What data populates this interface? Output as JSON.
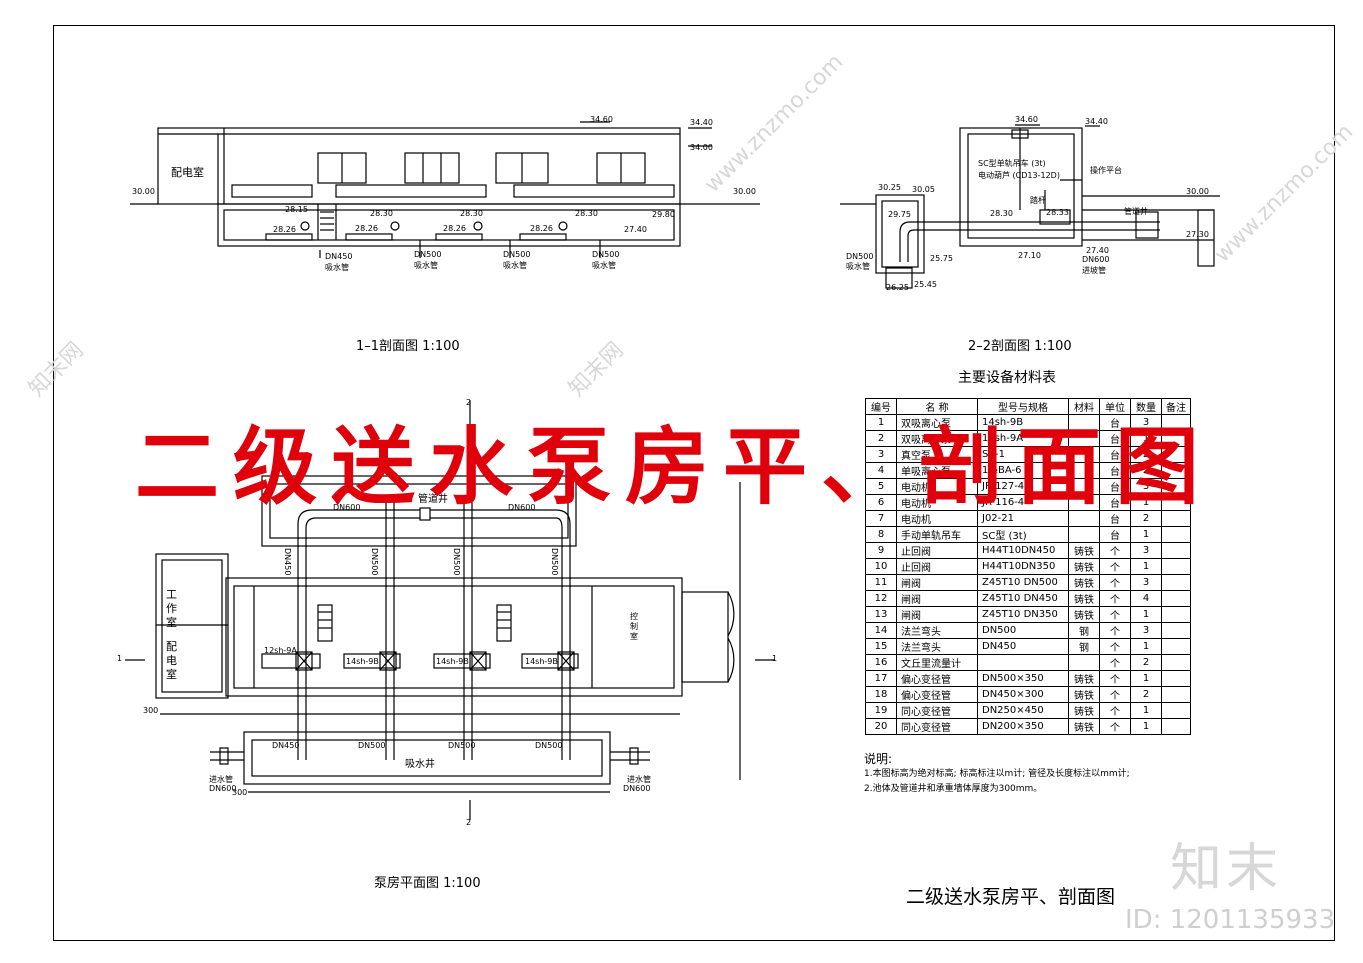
{
  "captions": {
    "sec11": "1–1剖面图  1:100",
    "sec22": "2–2剖面图  1:100",
    "plan": "泵房平面图  1:100",
    "table_title": "主要设备材料表",
    "drawing_title": "二级送水泵房平、剖面图"
  },
  "banner": "二级送水泵房平、剖面图",
  "watermark": {
    "logo": "知末",
    "id": "ID: 1201135933",
    "site": "www.znzmo.com",
    "brand": "知末网"
  },
  "sec11": {
    "room": "配电室",
    "levels": [
      "34.60",
      "34.40",
      "34.00",
      "30.00",
      "30.00",
      "28.15",
      "28.30",
      "28.30",
      "28.30",
      "29.80",
      "28.26",
      "28.26",
      "28.26",
      "28.26",
      "27.40"
    ],
    "pipes": [
      "DN450",
      "吸水管",
      "DN500",
      "吸水管",
      "DN500",
      "吸水管",
      "DN500",
      "吸水管"
    ]
  },
  "sec22": {
    "levels": [
      "34.60",
      "34.40",
      "30.25",
      "30.05",
      "29.75",
      "30.00",
      "28.30",
      "28.33",
      "27.40",
      "27.30",
      "27.10",
      "25.75",
      "26.25",
      "25.45"
    ],
    "labels": [
      "SC型单轨吊车 (3t)",
      "电动葫芦 (CD13-12D)",
      "操作平台",
      "踏杆",
      "管道井",
      "DN500",
      "吸水管",
      "DN600",
      "进坡管"
    ]
  },
  "plan": {
    "rooms": [
      "工作室",
      "配电室",
      "控制室",
      "吸水井",
      "管道井"
    ],
    "pumps": [
      "12sh-9A",
      "14sh-9B",
      "14sh-9B",
      "14sh-9B"
    ],
    "pipes": [
      "DN600",
      "DN600",
      "DN450",
      "DN500",
      "DN500",
      "DN500",
      "DN450",
      "DN500",
      "DN500",
      "DN500",
      "进水管",
      "进水管",
      "DN600",
      "DN600"
    ],
    "marks": [
      "1",
      "1",
      "2",
      "2",
      "300",
      "300"
    ]
  },
  "table": {
    "headers": [
      "编号",
      "名  称",
      "型号与规格",
      "材料",
      "单位",
      "数量",
      "备注"
    ],
    "rows": [
      [
        "1",
        "双吸离心泵",
        "14sh-9B",
        "",
        "台",
        "3",
        ""
      ],
      [
        "2",
        "双吸离心泵",
        "12sh-9A",
        "",
        "台",
        "1",
        ""
      ],
      [
        "3",
        "真空泵",
        "SZ-1",
        "",
        "台",
        "2",
        ""
      ],
      [
        "4",
        "单吸离心泵",
        "1½BA-6",
        "",
        "台",
        "2",
        ""
      ],
      [
        "5",
        "电动机",
        "JR-127-4",
        "",
        "台",
        "3",
        ""
      ],
      [
        "6",
        "电动机",
        "JR-116-4",
        "",
        "台",
        "1",
        ""
      ],
      [
        "7",
        "电动机",
        "J02-21",
        "",
        "台",
        "2",
        ""
      ],
      [
        "8",
        "手动单轨吊车",
        "SC型 (3t)",
        "",
        "台",
        "1",
        ""
      ],
      [
        "9",
        "止回阀",
        "H44T10DN450",
        "铸铁",
        "个",
        "3",
        ""
      ],
      [
        "10",
        "止回阀",
        "H44T10DN350",
        "铸铁",
        "个",
        "1",
        ""
      ],
      [
        "11",
        "闸阀",
        "Z45T10 DN500",
        "铸铁",
        "个",
        "3",
        ""
      ],
      [
        "12",
        "闸阀",
        "Z45T10 DN450",
        "铸铁",
        "个",
        "4",
        ""
      ],
      [
        "13",
        "闸阀",
        "Z45T10 DN350",
        "铸铁",
        "个",
        "1",
        ""
      ],
      [
        "14",
        "法兰弯头",
        "DN500",
        "钢",
        "个",
        "3",
        ""
      ],
      [
        "15",
        "法兰弯头",
        "DN450",
        "钢",
        "个",
        "1",
        ""
      ],
      [
        "16",
        "文丘里流量计",
        "",
        "",
        "个",
        "2",
        ""
      ],
      [
        "17",
        "偏心变径管",
        "DN500×350",
        "铸铁",
        "个",
        "1",
        ""
      ],
      [
        "18",
        "偏心变径管",
        "DN450×300",
        "铸铁",
        "个",
        "2",
        ""
      ],
      [
        "19",
        "同心变径管",
        "DN250×450",
        "铸铁",
        "个",
        "1",
        ""
      ],
      [
        "20",
        "同心变径管",
        "DN200×350",
        "铸铁",
        "个",
        "1",
        ""
      ]
    ]
  },
  "notes": {
    "title": "说明:",
    "items": [
      "1.本图标高为绝对标高; 标高标注以m计; 管径及长度标注以mm计;",
      "2.池体及管道井和承重墙体厚度为300mm。"
    ]
  },
  "colors": {
    "banner": "#e0000b",
    "line": "#000000",
    "watermark": "#d7d7d7"
  }
}
